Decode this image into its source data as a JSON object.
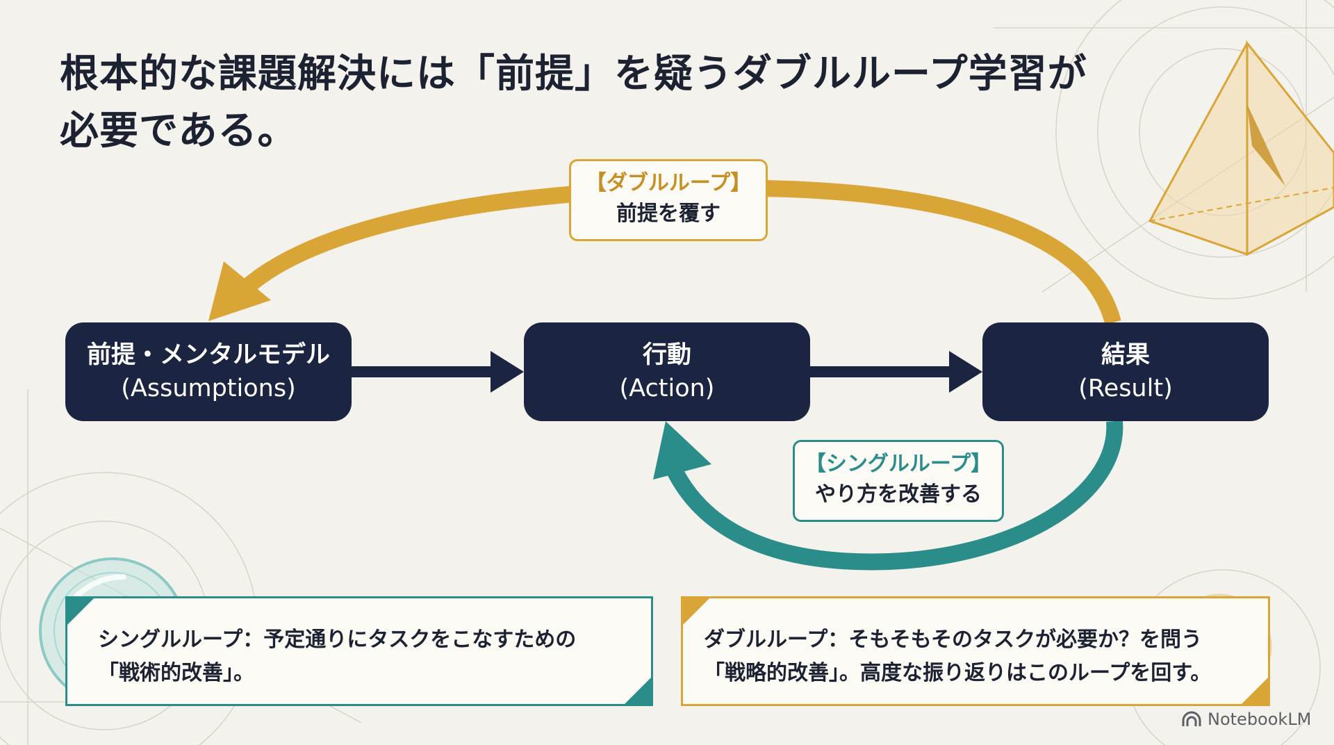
{
  "title": {
    "line1": "根本的な課題解決には「前提」を疑うダブルループ学習が",
    "line2": "必要である。"
  },
  "nodes": [
    {
      "label": "前提・メンタルモデル",
      "sub": "(Assumptions)"
    },
    {
      "label": "行動",
      "sub": "(Action)"
    },
    {
      "label": "結果",
      "sub": "(Result)"
    }
  ],
  "double_loop_label": {
    "tag": "【ダブルループ】",
    "desc": "前提を覆す"
  },
  "single_loop_label": {
    "tag": "【シングルループ】",
    "desc": "やり方を改善する"
  },
  "notes": {
    "single": {
      "line1": "シングルループ：予定通りにタスクをこなすための",
      "line2": "「戦術的改善」。"
    },
    "double": {
      "line1": "ダブルループ：そもそもそのタスクが必要か？を問う",
      "line2": "「戦略的改善」。高度な振り返りはこのループを回す。"
    }
  },
  "brand": "NotebookLM",
  "colors": {
    "navy": "#1b2440",
    "gold": "#d9a536",
    "teal": "#2a8d8a",
    "background": "#f4f2ec"
  },
  "icons": [
    "pyramid-icon",
    "compass-icon",
    "crystal-ball-icon",
    "notebooklm-logo-icon"
  ]
}
